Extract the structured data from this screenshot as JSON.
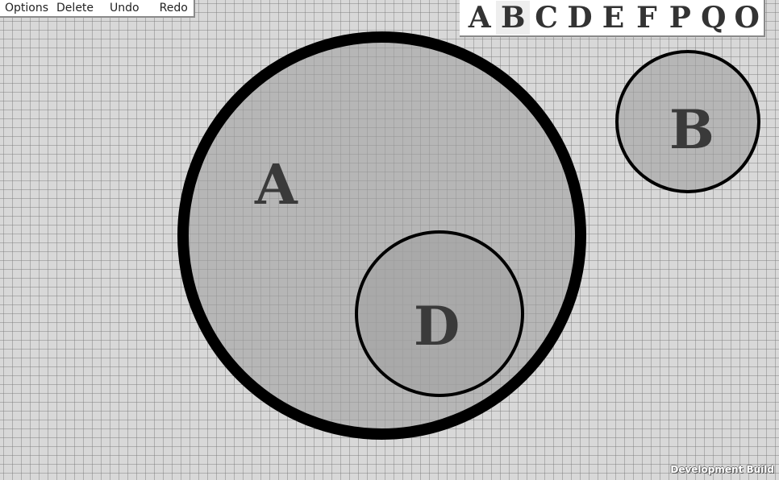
{
  "menu": {
    "options": "Options",
    "delete": "Delete",
    "undo": "Undo",
    "redo": "Redo"
  },
  "palette": {
    "letters": [
      "A",
      "B",
      "C",
      "D",
      "E",
      "F",
      "P",
      "Q",
      "O"
    ],
    "selected": "B"
  },
  "canvas": {
    "circles": [
      {
        "label": "A"
      },
      {
        "label": "B"
      },
      {
        "label": "D"
      }
    ]
  },
  "footer": {
    "build_label": "Development Build"
  }
}
